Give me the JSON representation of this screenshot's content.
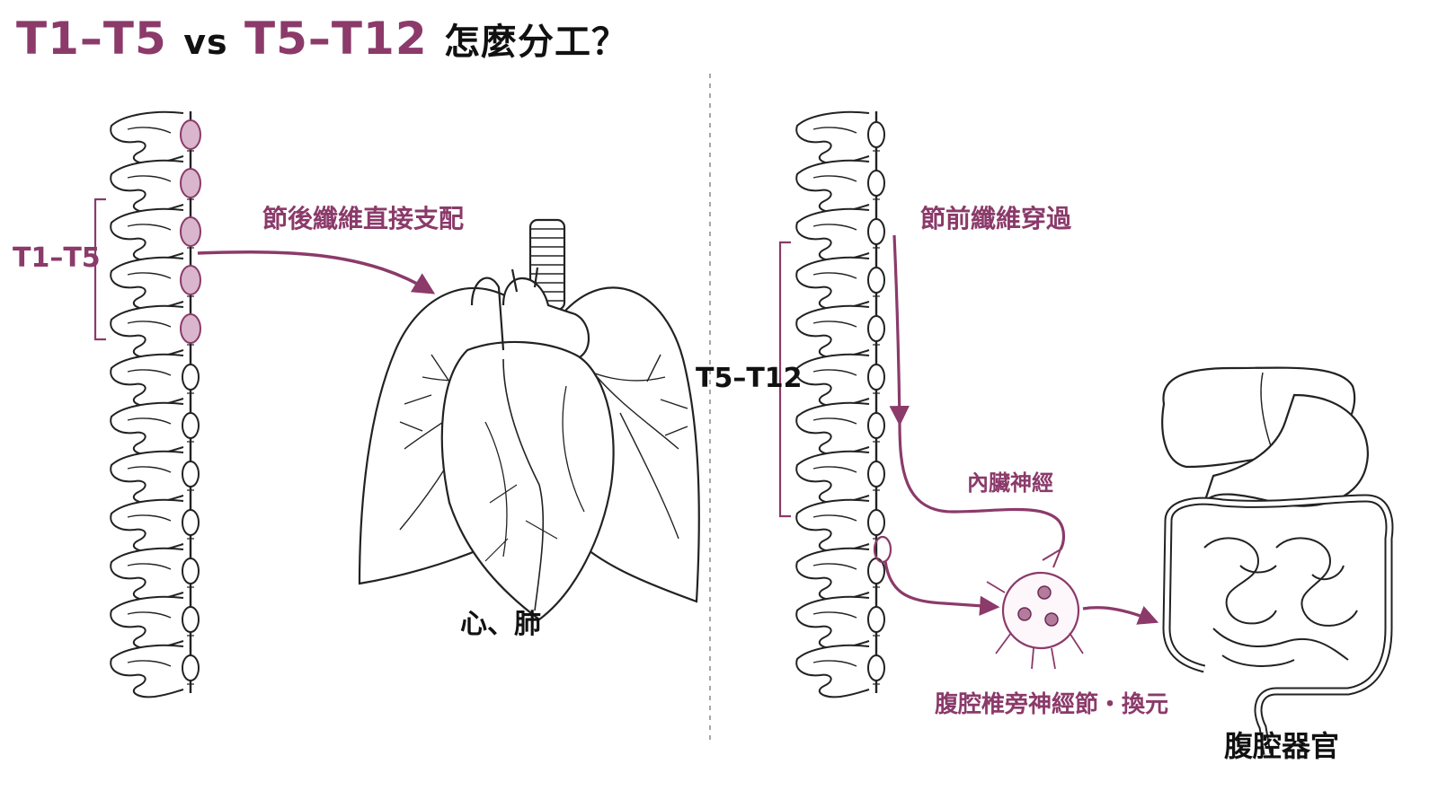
{
  "title": {
    "part1": "T1–T5",
    "vs": "vs",
    "part2": "T5–T12",
    "suffix": "怎麼分工？"
  },
  "left_panel": {
    "range_label": "T1–T5",
    "fiber_label": "節後纖維直接支配",
    "organ_label": "心、肺"
  },
  "right_panel": {
    "range_label": "T5–T12",
    "fiber_label": "節前纖維穿過",
    "nerve_label": "內臟神經",
    "ganglion_label": "腹腔椎旁神經節・換元",
    "organ_label": "腹腔器官"
  },
  "colors": {
    "accent": "#8b3a6a",
    "accent_fill": "#d9b6cc",
    "ink": "#222222"
  }
}
